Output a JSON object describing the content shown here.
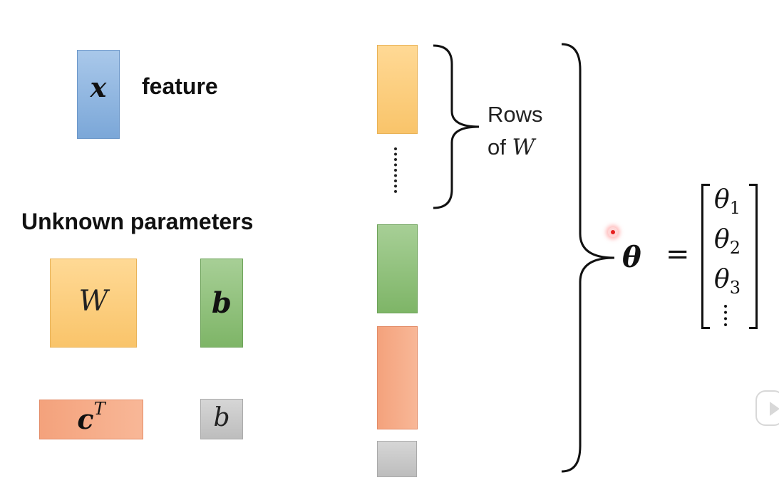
{
  "left": {
    "x_symbol": "x",
    "feature_label": "feature",
    "unknown_title": "Unknown parameters",
    "W_symbol": "W",
    "b_vec_symbol": "b",
    "cT_base": "c",
    "cT_sup": "T",
    "b_scalar_symbol": "b"
  },
  "middle": {
    "rows_line1": "Rows",
    "rows_line2_prefix": "of ",
    "rows_line2_symbol": "W"
  },
  "right": {
    "theta_symbol": "θ",
    "equals": "=",
    "elements": [
      {
        "base": "θ",
        "sub": "1"
      },
      {
        "base": "θ",
        "sub": "2"
      },
      {
        "base": "θ",
        "sub": "3"
      }
    ]
  },
  "colors": {
    "feature_blue": "#7ba7d8",
    "weight_orange": "#f9c46a",
    "bias_green": "#7eb567",
    "c_salmon": "#f4a27c",
    "scalar_gray": "#bdbdbd",
    "cursor_red": "#e52020"
  },
  "icons": [
    "play-control-icon",
    "cursor-dot-icon"
  ]
}
